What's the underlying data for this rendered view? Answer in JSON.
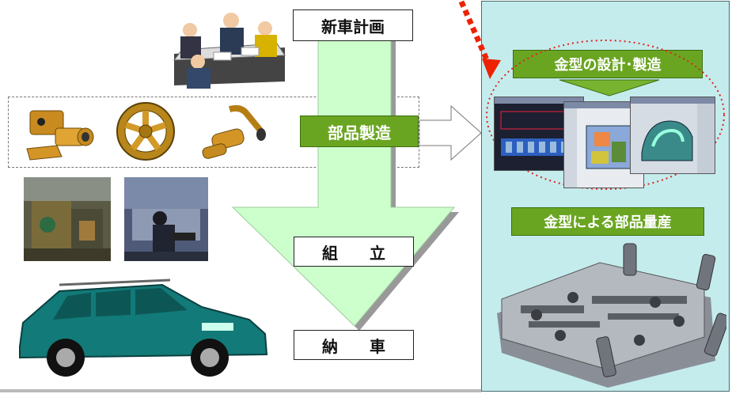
{
  "flow": {
    "step1": "新車計画",
    "step2": "部品製造",
    "step3": "組　　立",
    "step4": "納　　車"
  },
  "panel": {
    "label_design": "金型の設計･製造",
    "label_mass": "金型による部品量産"
  },
  "colors": {
    "arrow_fill": "#ccffcc",
    "label_green": "#6aa521",
    "panel_bg": "#c4eced",
    "ellipse_red": "#e62020"
  }
}
